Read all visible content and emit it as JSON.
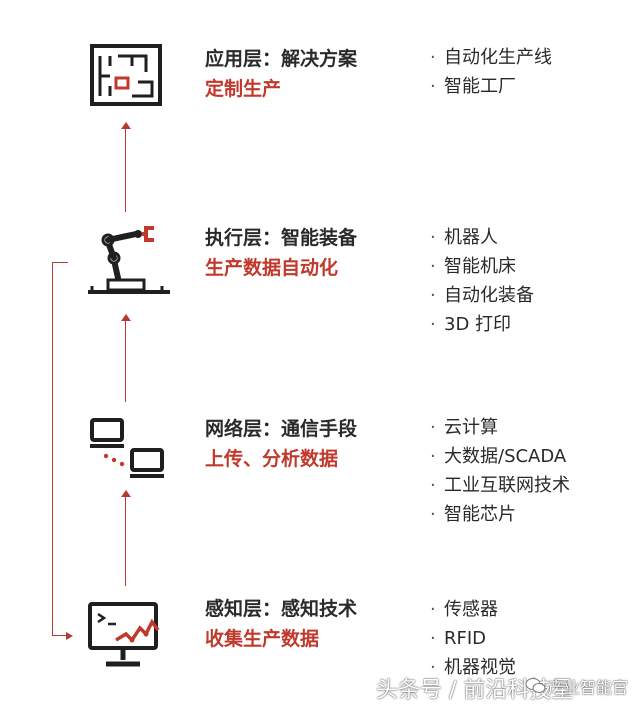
{
  "layers": [
    {
      "title": "应用层：解决方案",
      "subtitle": "定制生产",
      "icon": "factory-blueprint-icon",
      "items": [
        "自动化生产线",
        "智能工厂"
      ]
    },
    {
      "title": "执行层：智能装备",
      "subtitle": "生产数据自动化",
      "icon": "robot-arm-icon",
      "items": [
        "机器人",
        "智能机床",
        "自动化装备",
        "3D 打印"
      ]
    },
    {
      "title": "网络层：通信手段",
      "subtitle": "上传、分析数据",
      "icon": "network-computers-icon",
      "items": [
        "云计算",
        "大数据/SCADA",
        "工业互联网技术",
        "智能芯片"
      ]
    },
    {
      "title": "感知层：感知技术",
      "subtitle": "收集生产数据",
      "icon": "monitor-sensor-icon",
      "items": [
        "传感器",
        "RFID",
        "机器视觉"
      ]
    }
  ],
  "bullet": "·",
  "watermark": {
    "text": "头条号 / 前沿科技星",
    "tail": "产业智能官"
  },
  "colors": {
    "accent": "#c0392b",
    "line": "#b73a32",
    "text": "#2a2a2a"
  }
}
